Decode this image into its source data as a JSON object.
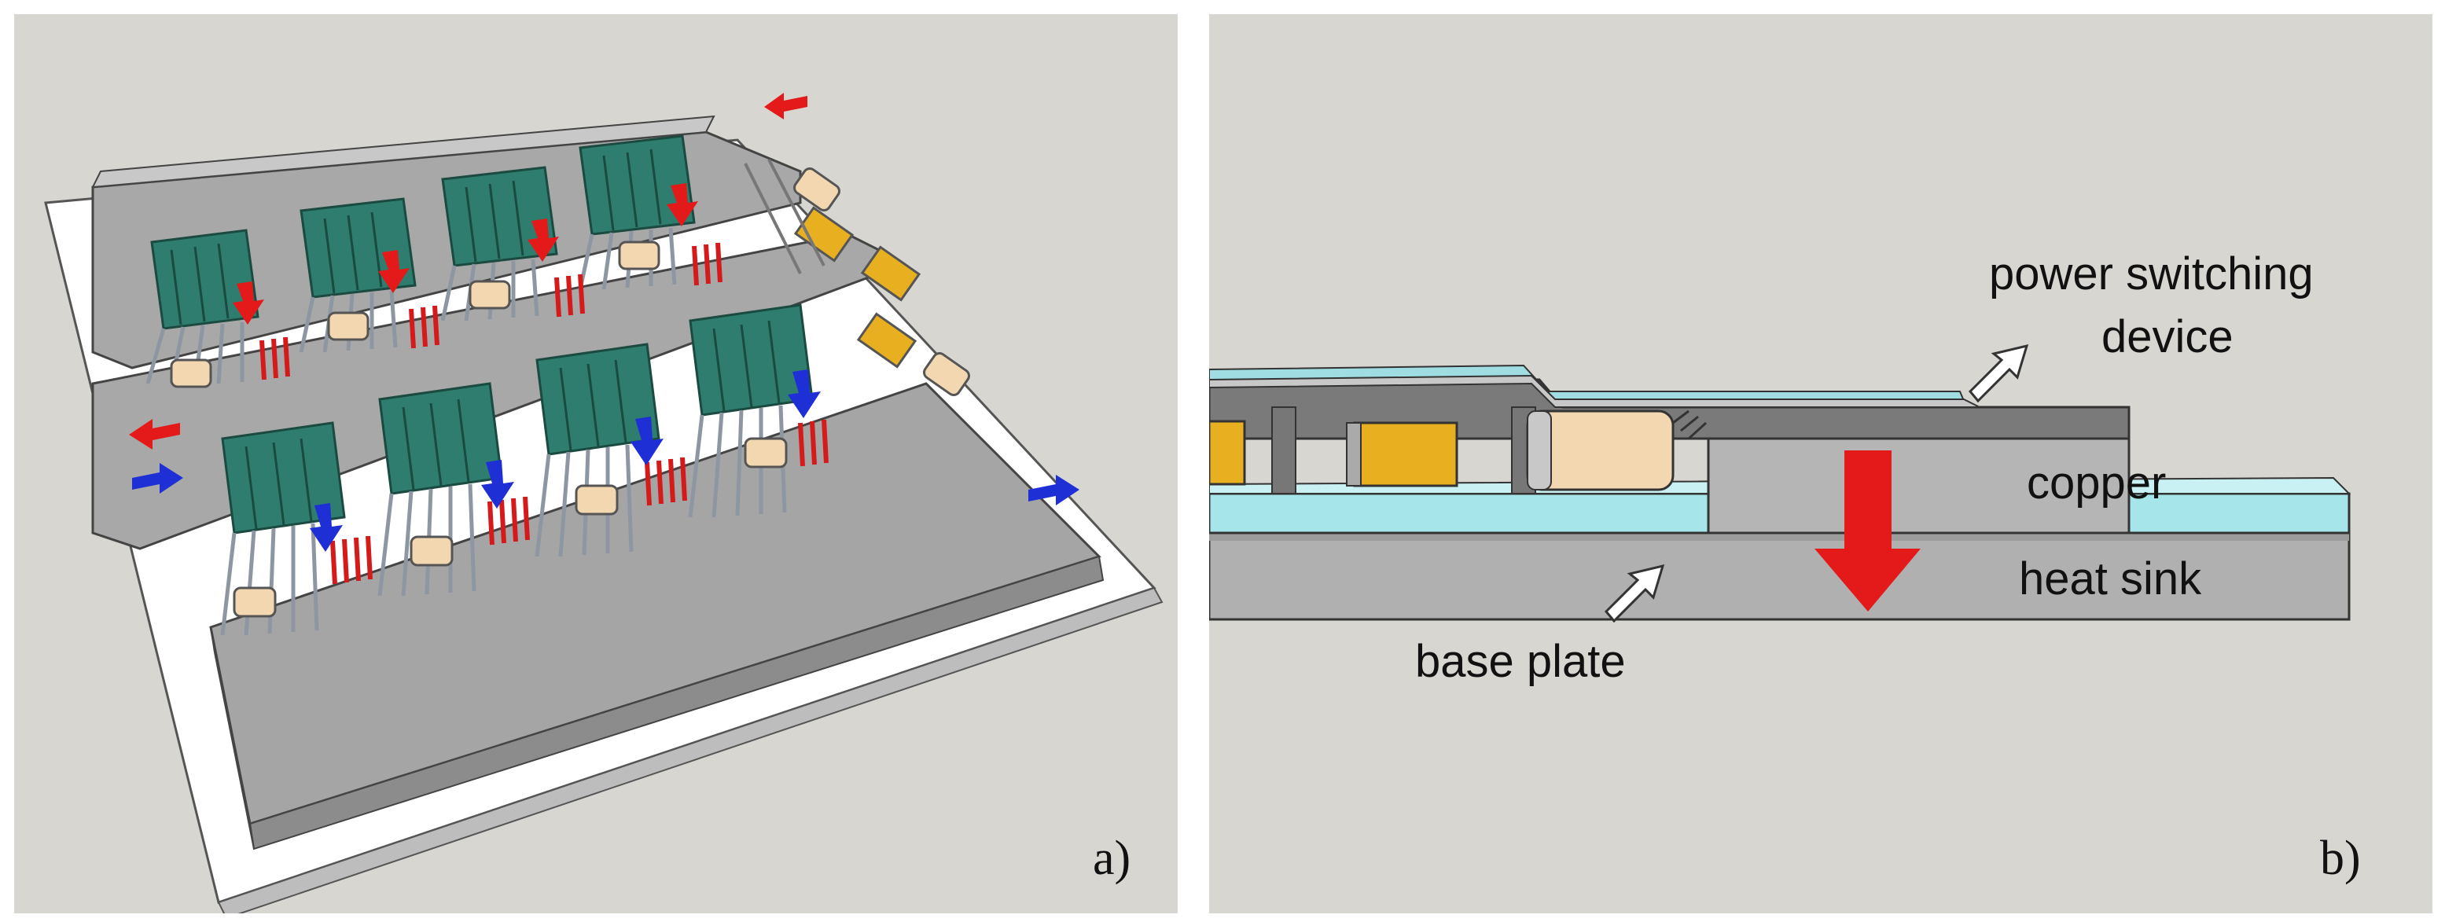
{
  "panels": {
    "a": {
      "tag": "a)"
    },
    "b": {
      "tag": "b)",
      "labels": {
        "power_switching_line1": "power switching",
        "power_switching_line2": "device",
        "copper": "copper",
        "heat_sink": "heat sink",
        "base_plate": "base plate"
      }
    }
  },
  "colors": {
    "background": "#d8d6d1",
    "plate": "#a9a9a9",
    "pcb": "#ffffff",
    "chip": "#2e7d6e",
    "leads": "#9aa3ad",
    "capacitor": "#f2d7b0",
    "resistor": "#e8b020",
    "hot_arrow": "#e41a1a",
    "cold_arrow": "#1f2fd6",
    "insulation": "#a6e6ea"
  }
}
